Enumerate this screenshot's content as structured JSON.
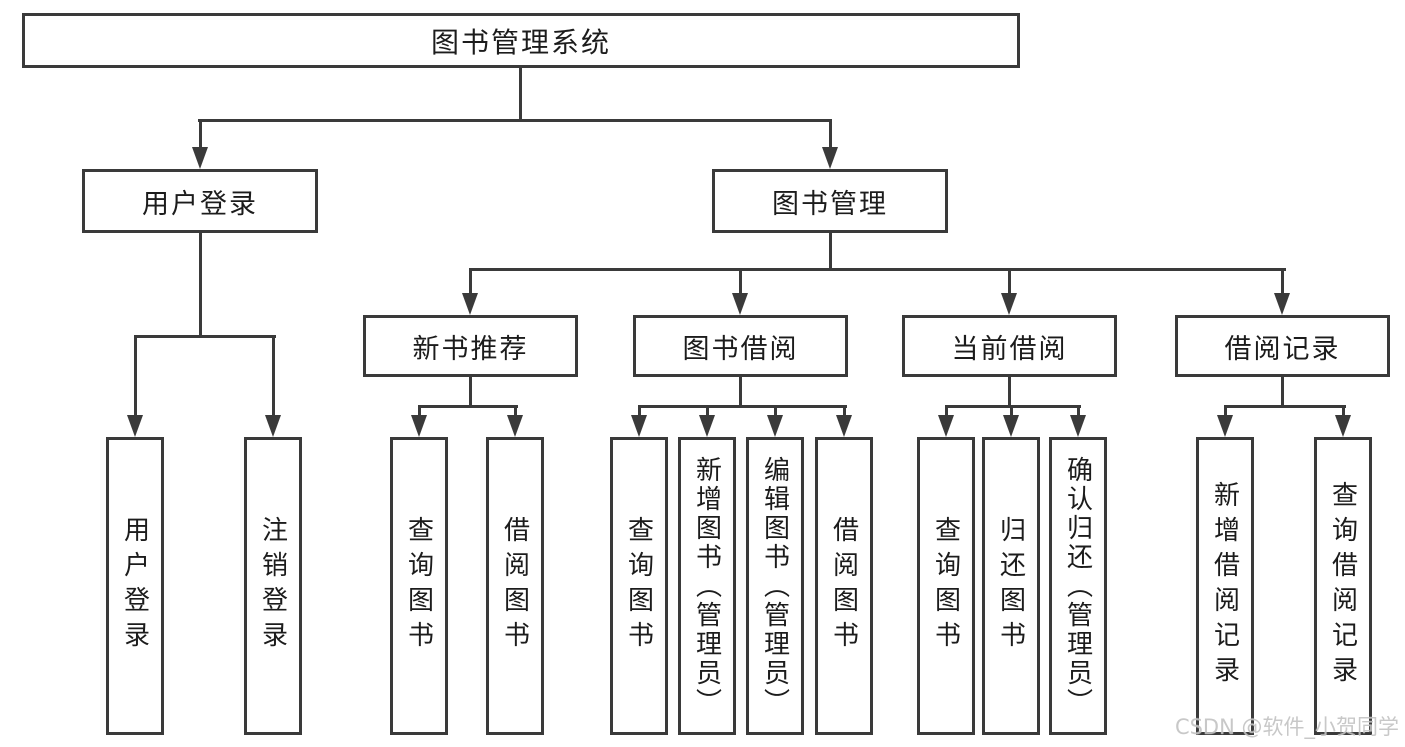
{
  "colors": {
    "line": "#3a3a3a",
    "text": "#1c1c1c",
    "background": "#ffffff",
    "watermark": "#c3c3c3"
  },
  "watermark": {
    "text": "CSDN @软件_小贺同学"
  },
  "tree": {
    "root": {
      "label": "图书管理系统",
      "children": [
        {
          "label": "用户登录",
          "children": [
            {
              "label": "用户登录"
            },
            {
              "label": "注销登录"
            }
          ]
        },
        {
          "label": "图书管理",
          "children": [
            {
              "label": "新书推荐",
              "children": [
                {
                  "label": "查询图书"
                },
                {
                  "label": "借阅图书"
                }
              ]
            },
            {
              "label": "图书借阅",
              "children": [
                {
                  "label": "查询图书"
                },
                {
                  "label": "新增图书（管理员）"
                },
                {
                  "label": "编辑图书（管理员）"
                },
                {
                  "label": "借阅图书"
                }
              ]
            },
            {
              "label": "当前借阅",
              "children": [
                {
                  "label": "查询图书"
                },
                {
                  "label": "归还图书"
                },
                {
                  "label": "确认归还（管理员）"
                }
              ]
            },
            {
              "label": "借阅记录",
              "children": [
                {
                  "label": "新增借阅记录"
                },
                {
                  "label": "查询借阅记录"
                }
              ]
            }
          ]
        }
      ]
    }
  }
}
